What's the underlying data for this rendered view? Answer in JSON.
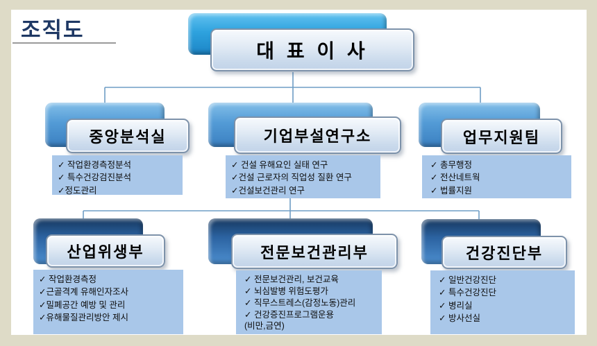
{
  "header": {
    "title": "조직도"
  },
  "org": {
    "root": {
      "label": "대 표 이 사"
    },
    "level2": [
      {
        "label": "중앙분석실",
        "items": [
          "✓ 작업환경측정분석",
          "✓ 특수건강검진분석",
          "✓정도관리"
        ]
      },
      {
        "label": "기업부설연구소",
        "items": [
          "✓ 건설 유해요인 실태 연구",
          "✓건설 근로자의 직업성 질환 연구",
          "✓건설보건관리 연구"
        ]
      },
      {
        "label": "업무지원팀",
        "items": [
          "✓ 총무행정",
          "✓ 전산네트웍",
          "✓ 법률지원"
        ]
      }
    ],
    "level3": [
      {
        "label": "산업위생부",
        "items": [
          "✓ 작업환경측정",
          "✓근골격계 유해인자조사",
          "✓밀폐공간 예방 및 관리",
          "✓유해물질관리방안 제시"
        ]
      },
      {
        "label": "전문보건관리부",
        "items": [
          "✓ 전문보건관리, 보건교육",
          "✓ 뇌심발병 위험도평가",
          "✓ 직무스트레스(감정노동)관리",
          "✓ 건강증진프로그램운용\n (비만,금연)"
        ]
      },
      {
        "label": "건강진단부",
        "items": [
          "✓ 일반건강진단",
          "✓ 특수건강진단",
          "✓ 병리실",
          "✓ 방사선실"
        ]
      }
    ]
  },
  "colors": {
    "page_background": "#dedbc7",
    "slide_background": "#ffffff",
    "title_text": "#1e3864",
    "connector_line": "#6e9dc5",
    "shadow_box_top_level": "#2ea2de",
    "shadow_box_mid_level": "#539bd6",
    "shadow_box_bottom_level": "#2b62a0",
    "front_box_fill": "#dce6f2",
    "front_box_border": "#7d92aa",
    "panel_fill": "#a9c7e9",
    "check_glyph": "✓"
  }
}
